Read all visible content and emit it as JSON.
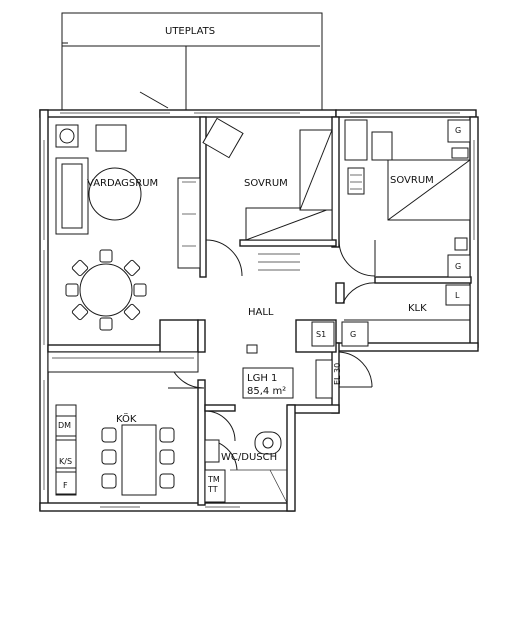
{
  "rooms": {
    "terrace": "UTEPLATS",
    "living": "VARDAGSRUM",
    "bedroom1": "SOVRUM",
    "bedroom2": "SOVRUM",
    "hall": "HALL",
    "walkin_closet": "KLK",
    "kitchen": "KÖK",
    "bathroom": "WC/DUSCH"
  },
  "fixtures": {
    "g1": "G",
    "g2": "G",
    "g3": "G",
    "l": "L",
    "s1": "S1",
    "g4": "G",
    "el": "EL 30",
    "kf": "K/S",
    "f": "F",
    "dm": "DM",
    "tm": "TM",
    "tt": "TT"
  },
  "unit": {
    "name": "LGH 1",
    "area": "85,4 m²"
  }
}
